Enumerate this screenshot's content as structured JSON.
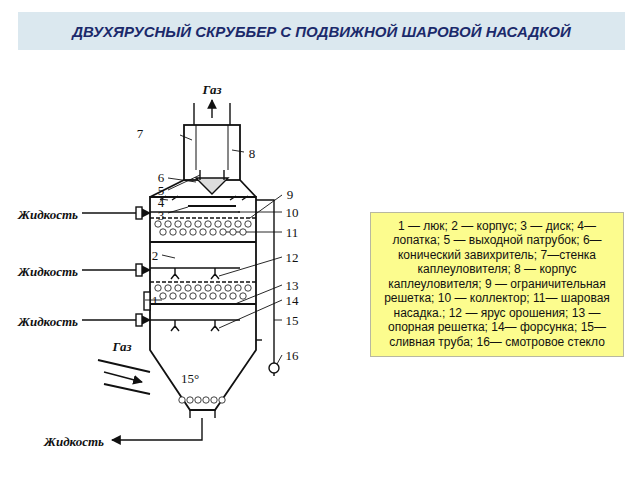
{
  "diagram": {
    "title": "ДВУХЯРУСНЫЙ СКРУББЕР С ПОДВИЖНОЙ ШАРОВОЙ НАСАДКОЙ",
    "nodes": [
      {
        "text": [
          "1 — люк; 2 — корпус; 3 — диск; 4— лопатка; 5 — выходной патрубок; 6—конический завихритель; 7—стенка каплеуловителя; 8 — корпус каплеуловителя; 9 — ограничительная решетка; 10 — коллектор; 11— шаровая насадка.; 12 — ярус орошения; 13 — опорная решетка; 14— форсунка; 15— сливная труба; 16— смотровое стекло"
        ]
      }
    ],
    "labels": [
      "Газ",
      "7",
      "8",
      "6",
      "5",
      "4",
      "3",
      "Жидкость",
      "2",
      "Жидкость",
      "1",
      "Жидкость",
      "Газ",
      "15°",
      "Жидкость",
      "9",
      "10",
      "11",
      "12",
      "13",
      "14",
      "15",
      "16"
    ]
  }
}
